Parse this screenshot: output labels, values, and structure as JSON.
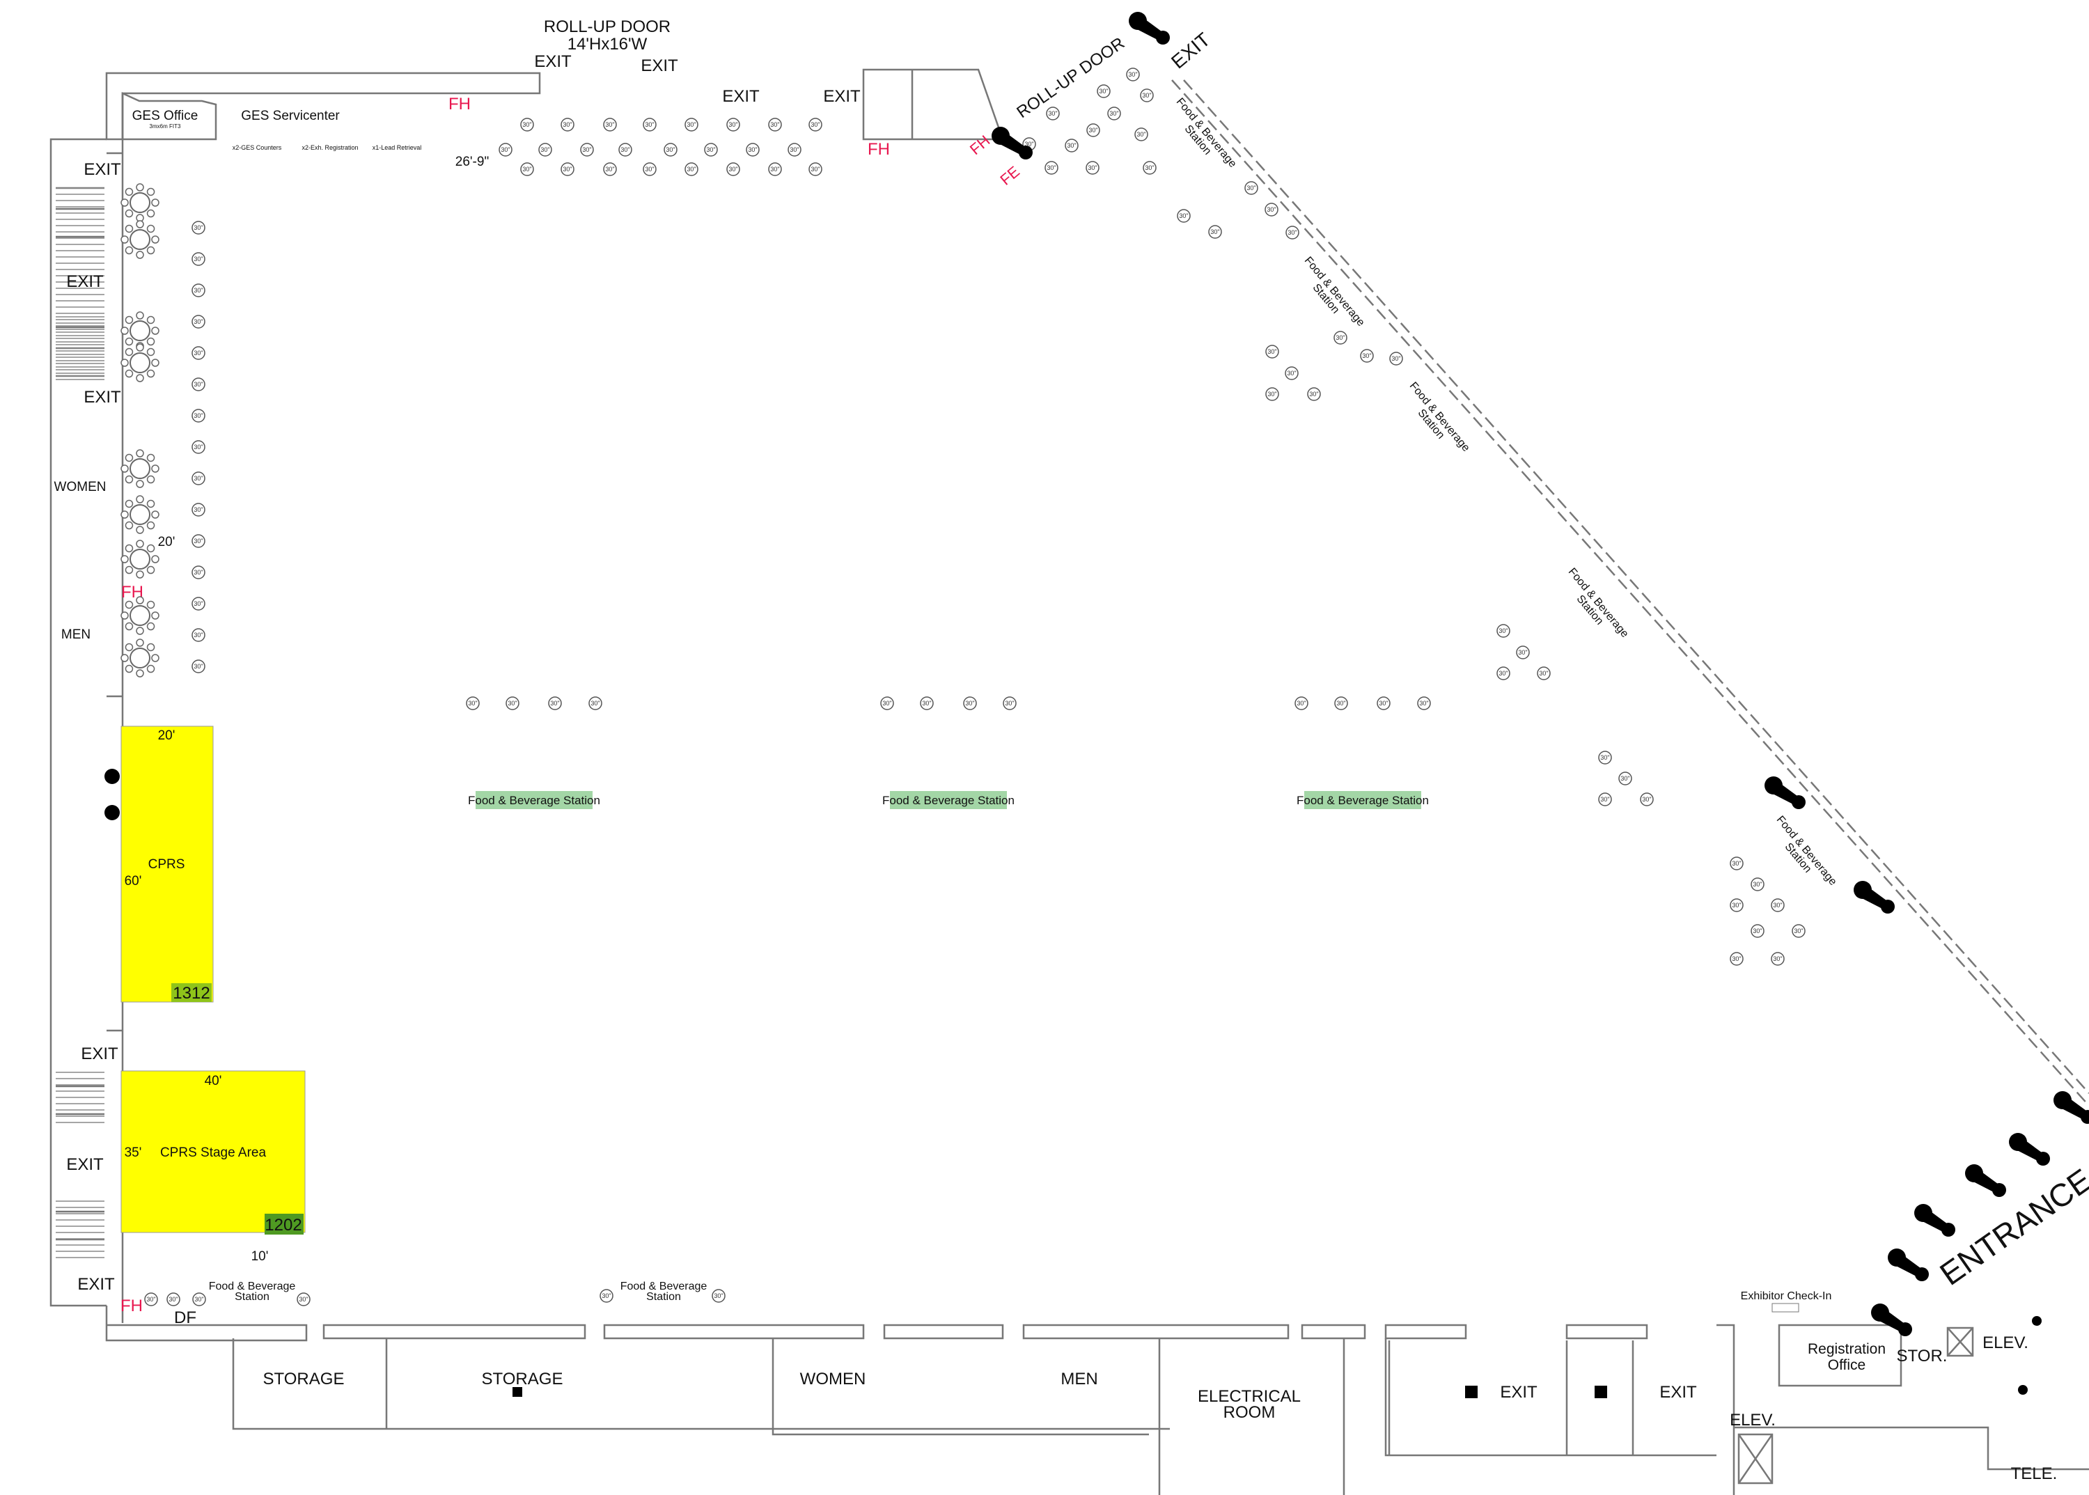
{
  "colors": {
    "booth": "#ffff00",
    "booth_number": "#6aaa1e",
    "fb_station": "#a3d6a6",
    "fire": "#e8174f",
    "wall": "#777777"
  },
  "top": {
    "rollup_door": "ROLL-UP DOOR",
    "rollup_size": "14'Hx16'W",
    "exit": "EXIT",
    "fh": "FH",
    "fe": "FE",
    "ges_office": "GES Office",
    "ges_office_size": "3mx6m FIT3",
    "ges_servicenter": "GES Servicenter",
    "counters": [
      "x2-GES Counters",
      "x2-Exh. Registration",
      "x1-Lead Retrieval"
    ],
    "dimension": "26'-9\"",
    "rollup_door_diag": "ROLL-UP DOOR"
  },
  "left": {
    "exit": "EXIT",
    "women": "WOMEN",
    "men": "MEN",
    "fh": "FH",
    "df": "DF",
    "dim_20": "20'"
  },
  "booths": [
    {
      "name": "CPRS",
      "number": "1312",
      "width": "20'",
      "depth": "60'"
    },
    {
      "name": "CPRS Stage Area",
      "number": "1202",
      "width": "40'",
      "depth": "35'",
      "aisle": "10'"
    }
  ],
  "fb_station": "Food & Beverage Station",
  "fb_station_two_line": [
    "Food & Beverage",
    "Station"
  ],
  "table_label": "30\"",
  "bottom": {
    "storage": "STORAGE",
    "women": "WOMEN",
    "men": "MEN",
    "electrical": [
      "ELECTRICAL",
      "ROOM"
    ],
    "exit": "EXIT",
    "elev": "ELEV.",
    "registration": [
      "Registration",
      "Office"
    ],
    "stor": "STOR.",
    "tele": "TELE.",
    "exhibitor_checkin": "Exhibitor Check-In",
    "entrance": "ENTRANCE"
  }
}
